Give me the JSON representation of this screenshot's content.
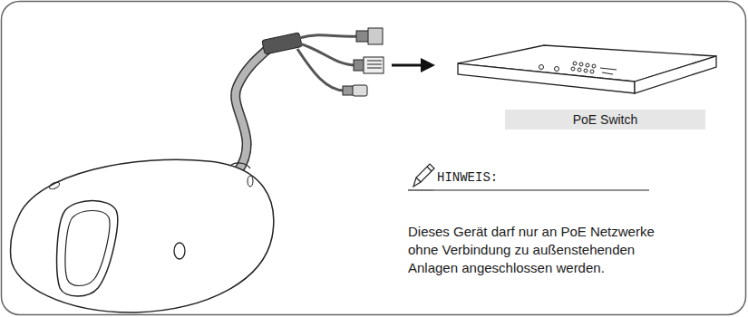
{
  "diagram": {
    "nodes": [
      {
        "text": [
          "PoE Switch"
        ]
      }
    ],
    "labels": [
      "HINWEIS:",
      "Dieses Gerät darf nur an PoE Netzwerke ohne Verbindung zu außenstehenden Anlagen angeschlossen werden."
    ]
  }
}
